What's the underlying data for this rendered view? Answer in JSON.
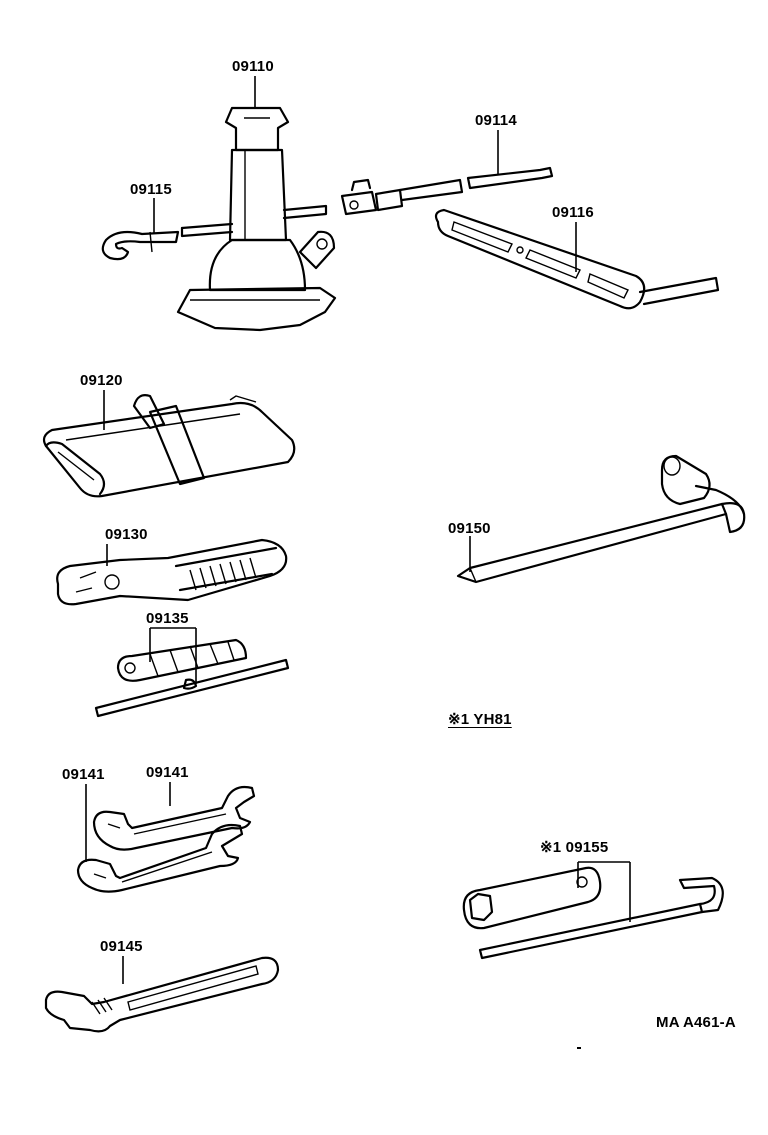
{
  "parts": {
    "p09110": "09110",
    "p09114": "09114",
    "p09115": "09115",
    "p09116": "09116",
    "p09120": "09120",
    "p09130": "09130",
    "p09135": "09135",
    "p09150": "09150",
    "p09141a": "09141",
    "p09141b": "09141",
    "p09145": "09145",
    "p09155": "※1 09155"
  },
  "note": "※1 YH81",
  "figure_code": "MA A461-A",
  "colors": {
    "line": "#000000",
    "background": "#ffffff"
  },
  "icons": [
    "jack-icon",
    "handle-icon",
    "hook-icon",
    "lever-bar-icon",
    "tool-bag-icon",
    "pliers-icon",
    "screwdriver-icon",
    "wrench-icon",
    "adjustable-wrench-icon",
    "lug-wrench-icon",
    "plug-wrench-icon"
  ]
}
